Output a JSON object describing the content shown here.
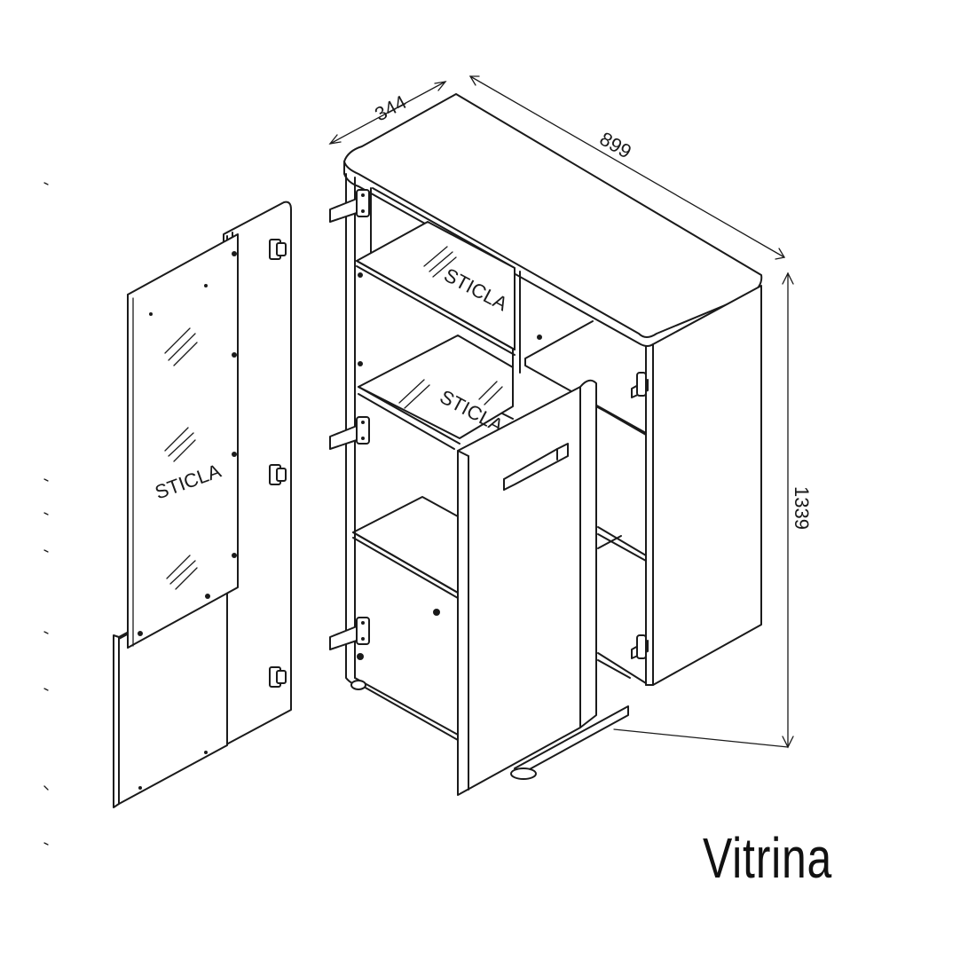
{
  "dimensions": {
    "depth": "344",
    "width": "899",
    "height": "1339"
  },
  "labels": {
    "glass_door": "STICLA",
    "glass_shelf_upper": "STICLA",
    "glass_shelf_lower": "STICLA"
  },
  "caption": "Vitrina",
  "colors": {
    "line": "#1a1a1a",
    "background": "#ffffff"
  }
}
